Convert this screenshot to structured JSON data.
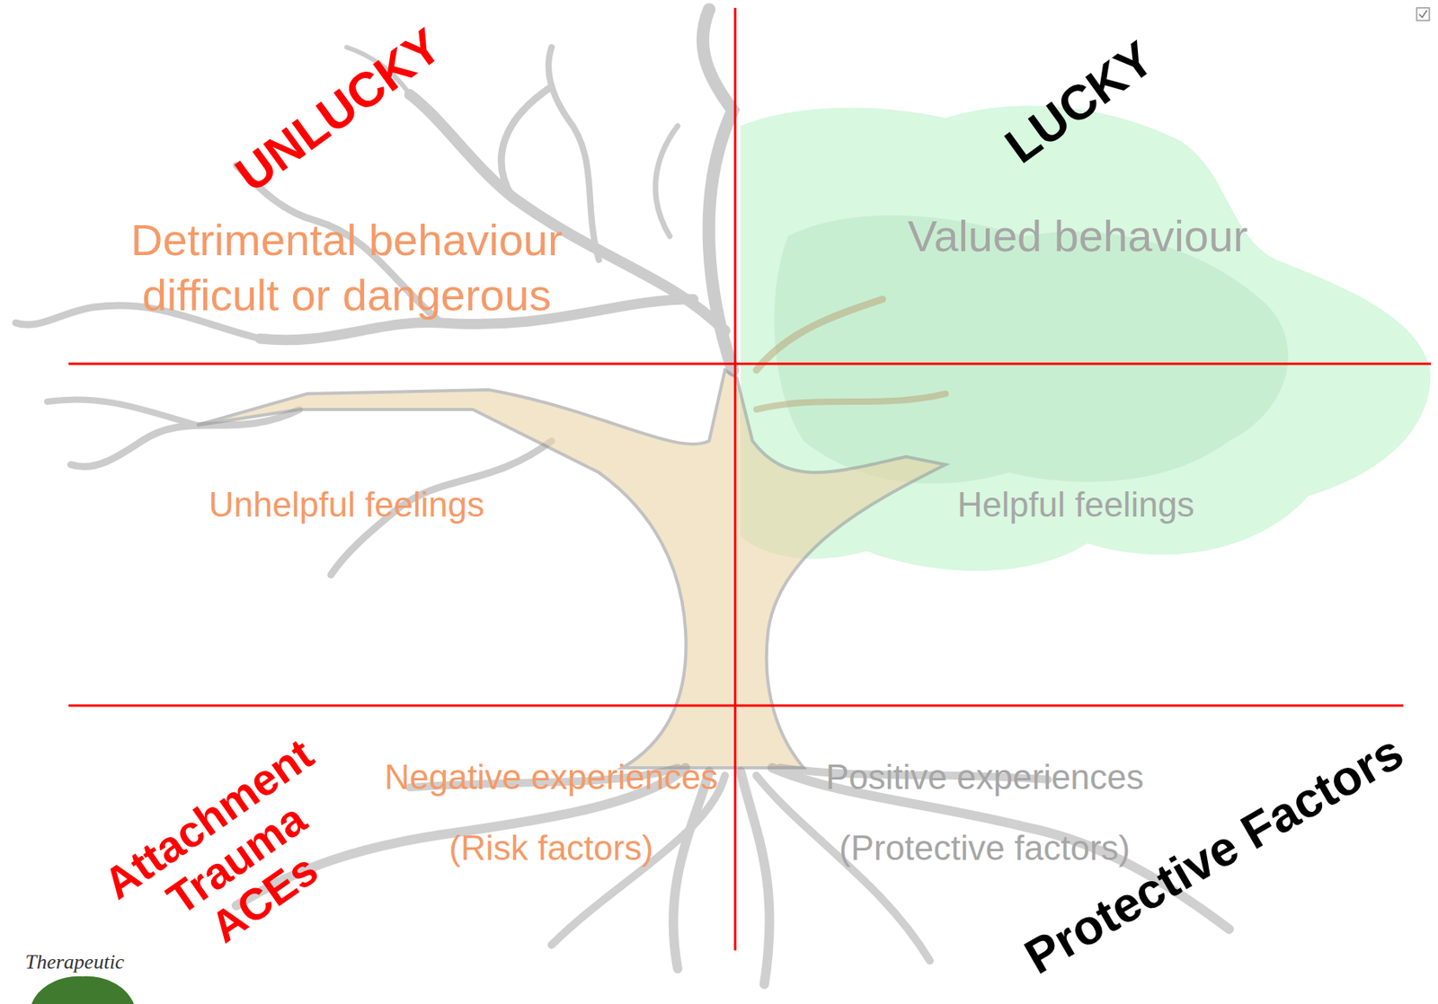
{
  "diagram": {
    "labels": [
      "UNLUCKY",
      "Detrimental behaviour difficult or dangerous",
      "LUCKY",
      "Valued behaviour",
      "Unhelpful feelings",
      "Helpful feelings",
      "Negative experiences",
      "(Risk factors)",
      "Attachment Trauma ACEs",
      "Positive experiences",
      "(Protective factors)",
      "Protective Factors",
      "Therapeutic"
    ]
  }
}
